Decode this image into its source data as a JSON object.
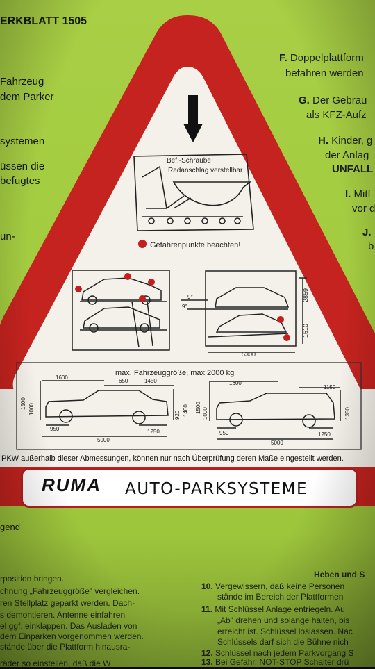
{
  "header_left": "ERKBLATT 1505",
  "left_lines": [
    "Fahrzeug",
    "dem Parker",
    "systemen",
    "üssen die",
    "befugtes",
    "un-"
  ],
  "right_items": [
    {
      "letter": "F.",
      "line1": "Doppelplattform",
      "line2": "befahren werden"
    },
    {
      "letter": "G.",
      "line1": "Der Gebrau",
      "line2": "als KFZ-Aufz"
    },
    {
      "letter": "H.",
      "line1": "Kinder, g",
      "line2": "der Anlag",
      "line3": "UNFALL"
    },
    {
      "letter": "I.",
      "line1": "Mitf",
      "line2": "vor d"
    },
    {
      "letter": "J.",
      "line1": "",
      "line2": "b"
    }
  ],
  "diagram": {
    "screw_label": "Bef.-Schraube",
    "stop_label": "Radanschlag verstellbar",
    "danger_label": "Gefahrenpunkte beachten!",
    "max_title": "max. Fahrzeuggröße, max 2000 kg",
    "dims_right_elev": [
      "2859",
      "1510",
      "5300"
    ],
    "angle_labels": [
      "9°",
      "9°"
    ],
    "dims_car1": [
      "1600",
      "650",
      "1450",
      "1500",
      "1000",
      "920",
      "1400",
      "950",
      "1250",
      "5000"
    ],
    "dims_car2": [
      "1600",
      "1150",
      "1500",
      "1000",
      "1350",
      "950",
      "1250",
      "5000"
    ]
  },
  "notice": "PKW außerhalb dieser Abmessungen, können nur nach Überprüfung deren Maße eingestellt werden.",
  "brand": {
    "logo": "RUMA",
    "name": "AUTO-PARKSYSTEME"
  },
  "left_below": "gend",
  "bottom_left": [
    "rposition bringen.",
    "chnung „Fahrzeuggröße\" vergleichen.",
    "ren Stellplatz geparkt werden. Dach-",
    "s demontieren. Antenne einfahren",
    "el ggf. einklappen. Das Ausladen von",
    "dem Einparken vorgenommen werden.",
    "stände über die Plattform hinausra-",
    "",
    "räder so einstellen, daß die W"
  ],
  "bottom_right_heading": "Heben und S",
  "bottom_right": [
    {
      "num": "10.",
      "text": "Vergewissern, daß keine Personen",
      "cont": "stände im Bereich der Plattformen"
    },
    {
      "num": "11.",
      "text": "Mit Schlüssel Anlage entriegeln. Au",
      "cont": "„Ab\" drehen und solange halten, bis",
      "cont2": "erreicht ist. Schlüssel loslassen. Nac",
      "cont3": "Schlüssels  darf sich die Bühne nich"
    },
    {
      "num": "12.",
      "text": "Schlüssel nach jedem Parkvorgang S"
    },
    {
      "num": "13.",
      "text": "Bei Gefahr, NOT-STOP Schalter drü"
    }
  ],
  "colors": {
    "sign_green": "#a8cf45",
    "triangle_red": "#c4231f",
    "triangle_white": "#f4f1ea",
    "danger_dot": "#c21f1f"
  }
}
